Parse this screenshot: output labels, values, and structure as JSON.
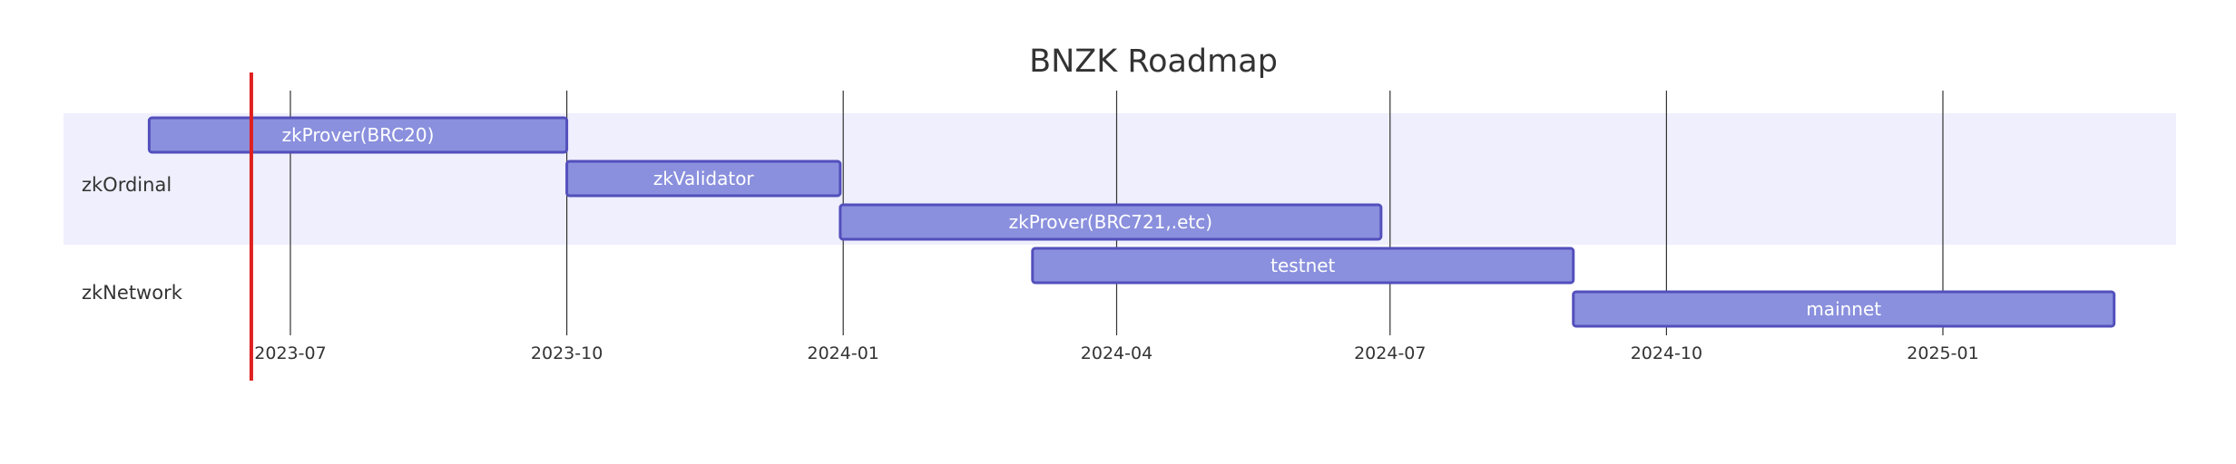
{
  "chart_data": {
    "type": "gantt",
    "title": "BNZK Roadmap",
    "sections": [
      "zkOrdinal",
      "zkNetwork"
    ],
    "tasks": [
      {
        "label": "zkProver(BRC20)",
        "section": "zkOrdinal",
        "start": "2023-05-15",
        "end": "2023-10-01"
      },
      {
        "label": "zkValidator",
        "section": "zkOrdinal",
        "start": "2023-10-01",
        "end": "2023-12-31"
      },
      {
        "label": "zkProver(BRC721,.etc)",
        "section": "zkOrdinal",
        "start": "2023-12-31",
        "end": "2024-06-28"
      },
      {
        "label": "testnet",
        "section": "zkNetwork",
        "start": "2024-03-04",
        "end": "2024-08-31"
      },
      {
        "label": "mainnet",
        "section": "zkNetwork",
        "start": "2024-08-31",
        "end": "2025-02-27"
      }
    ],
    "ticks": [
      "2023-07",
      "2023-10",
      "2024-01",
      "2024-04",
      "2024-07",
      "2024-10",
      "2025-01"
    ],
    "today": "2023-06-18",
    "colors": {
      "bar_fill": "#8a90dd",
      "bar_stroke": "#534fbc",
      "section_band": "#efeffd",
      "today_line": "#e02020",
      "grid": "#333333"
    }
  }
}
